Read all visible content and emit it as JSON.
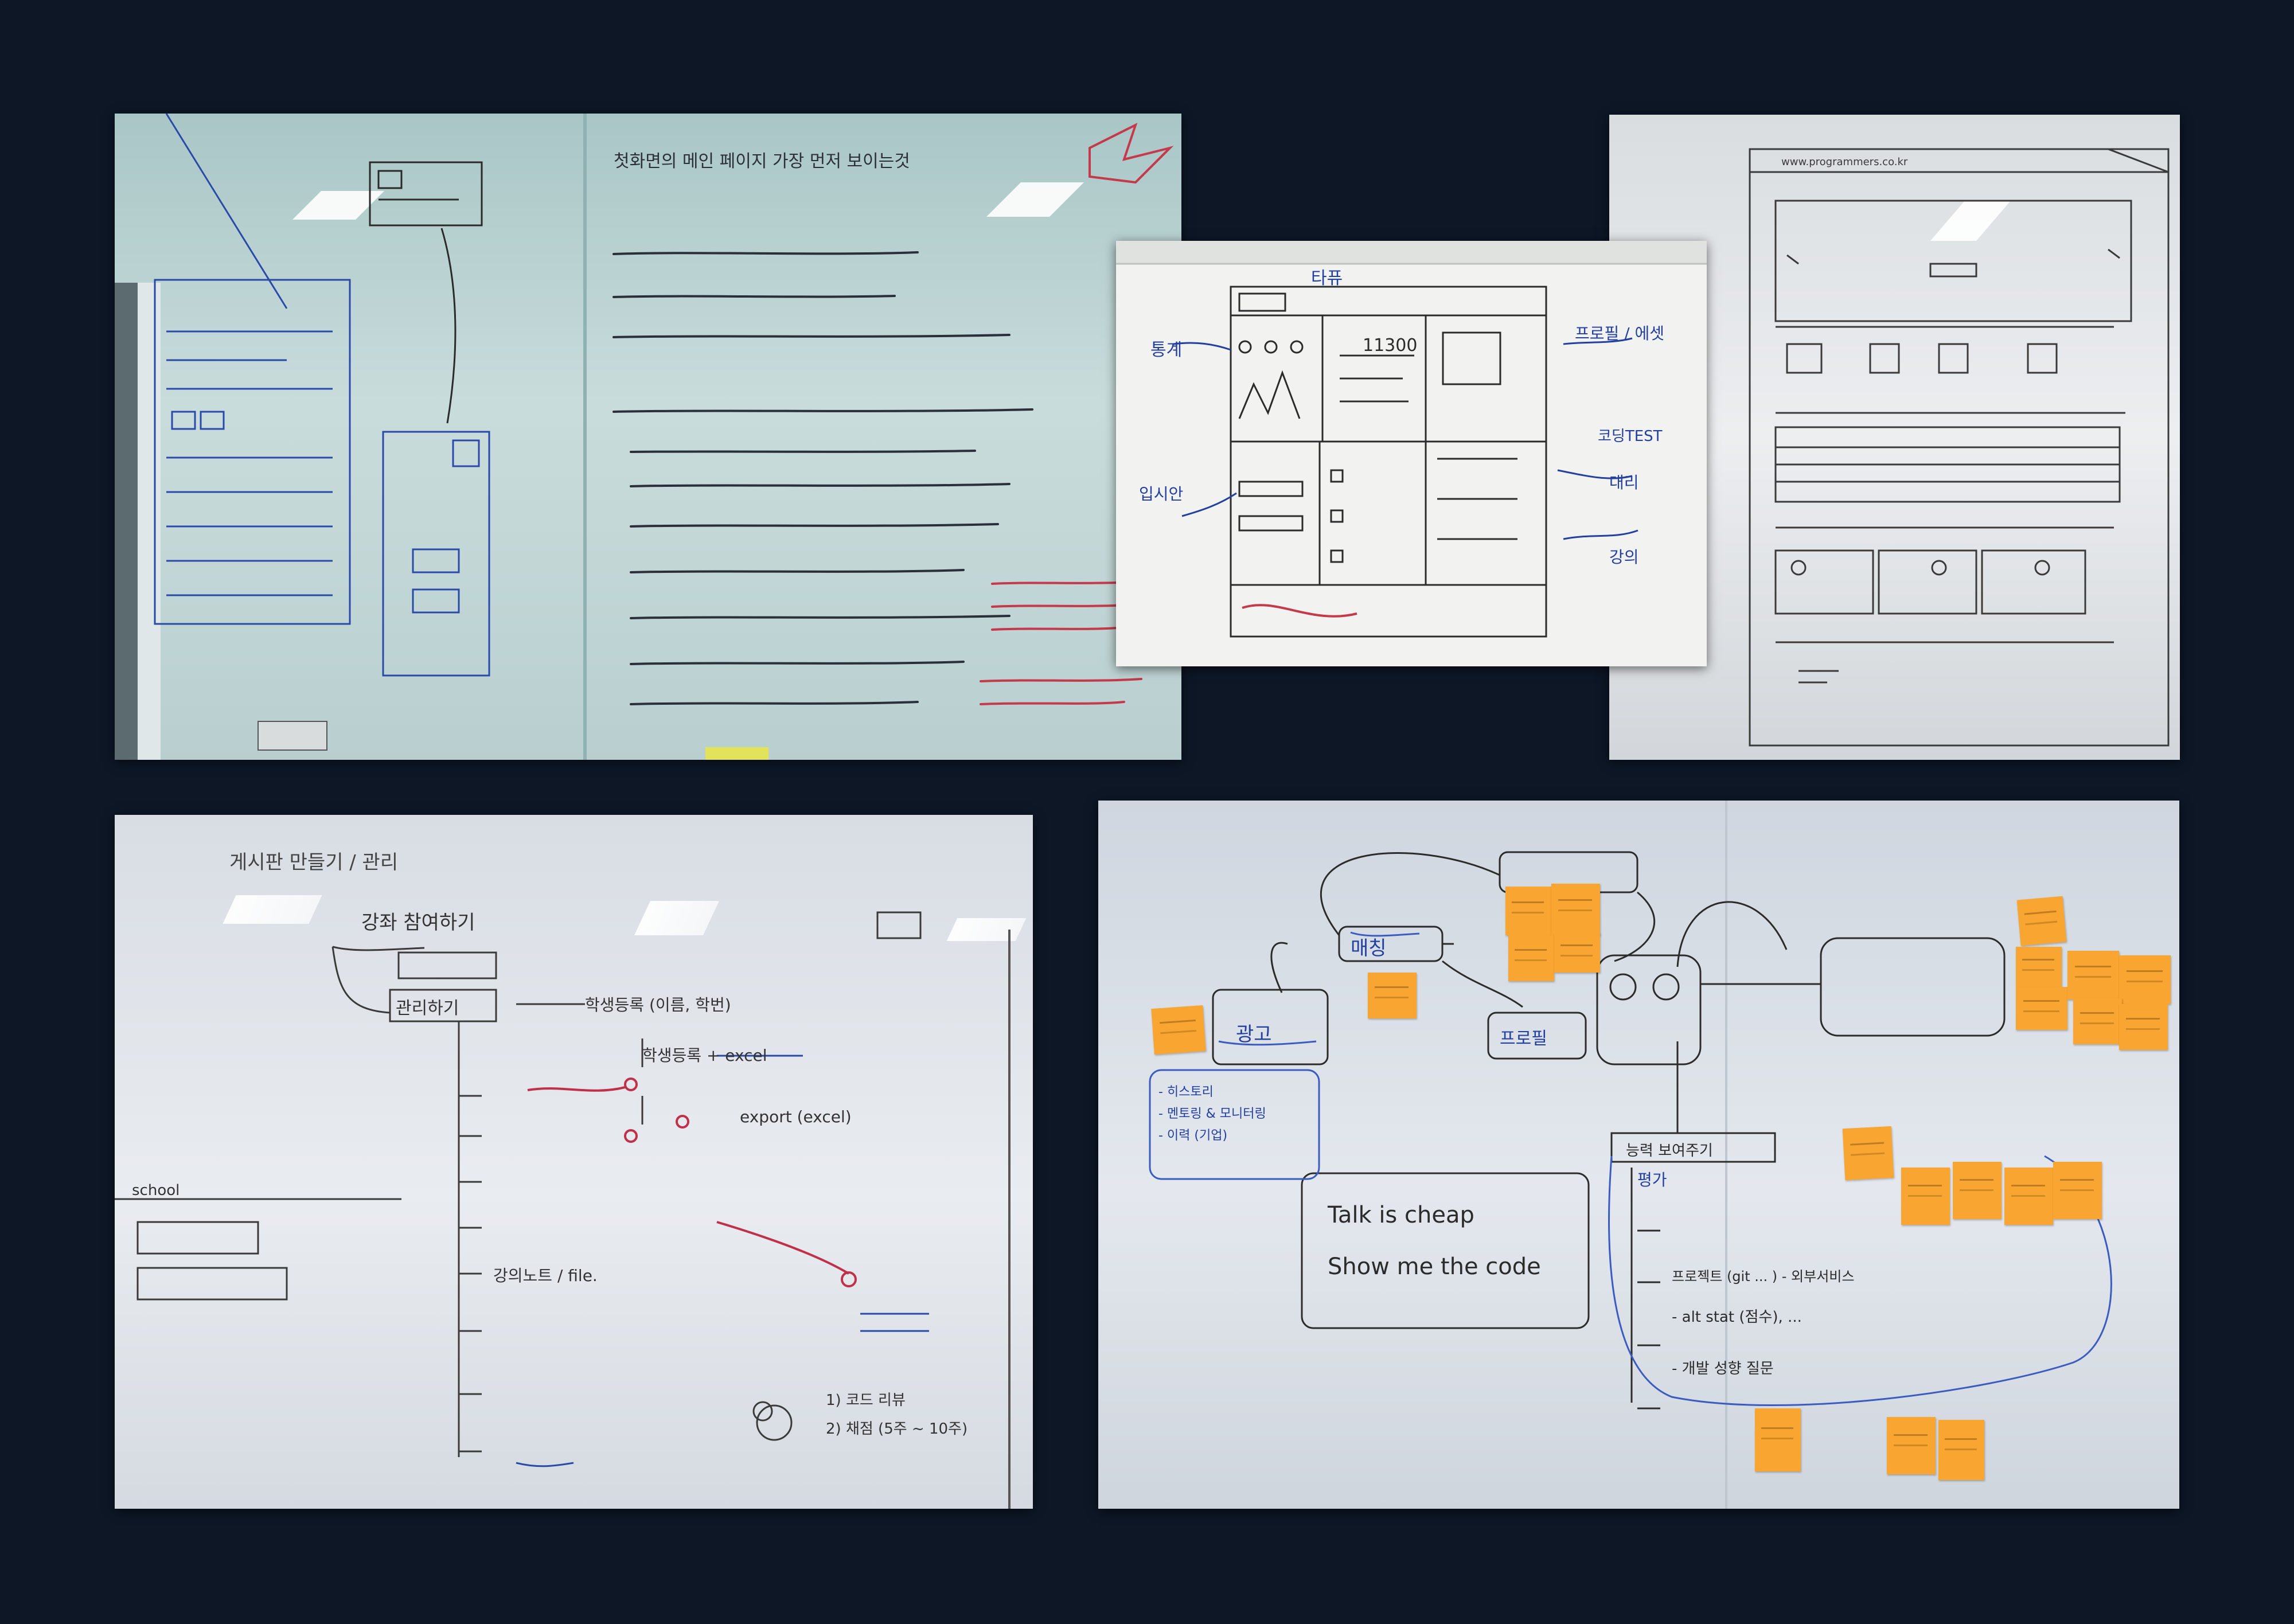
{
  "photos": {
    "p1": {
      "title": "첫화면의 메인 페이지 가장 먼저 보이는것"
    },
    "p2": {
      "labels": {
        "top": "타퓨",
        "stats": "통계",
        "profile": "프로필 / 에셋",
        "coding_test": "코딩TEST",
        "agency": "대리",
        "lecture": "강의",
        "intro": "입시안",
        "count": "11300"
      }
    },
    "p3": {
      "url": "www.programmers.co.kr"
    },
    "p4": {
      "title": "게시판 만들기 / 관리",
      "items": {
        "lecture": "강좌 참여하기",
        "manage": "관리하기",
        "student_reg": "학생등록 (이름, 학번)",
        "excel": "학생등록 + excel",
        "export": "export (excel)",
        "school": "school",
        "lecture_notes": "강의노트 / file.",
        "code_review": "1) 코드 리뷰",
        "grading": "2) 채점 (5주 ~ 10주)"
      }
    },
    "p5": {
      "labels": {
        "matching": "매칭",
        "ad": "광고",
        "profile": "프로필",
        "history": "- 히스토리\n- 멘토링 & 모니터링\n- 이력 (기업)",
        "talk_line1": "Talk is cheap",
        "talk_line2": "Show me the code",
        "evaluate": "평가",
        "ability": "능력 보여주기",
        "stat": "- alt stat (점수), ...",
        "project": "프로젝트 (git ... ) - 외부서비스",
        "career": "- 개발 성향 질문"
      }
    }
  }
}
